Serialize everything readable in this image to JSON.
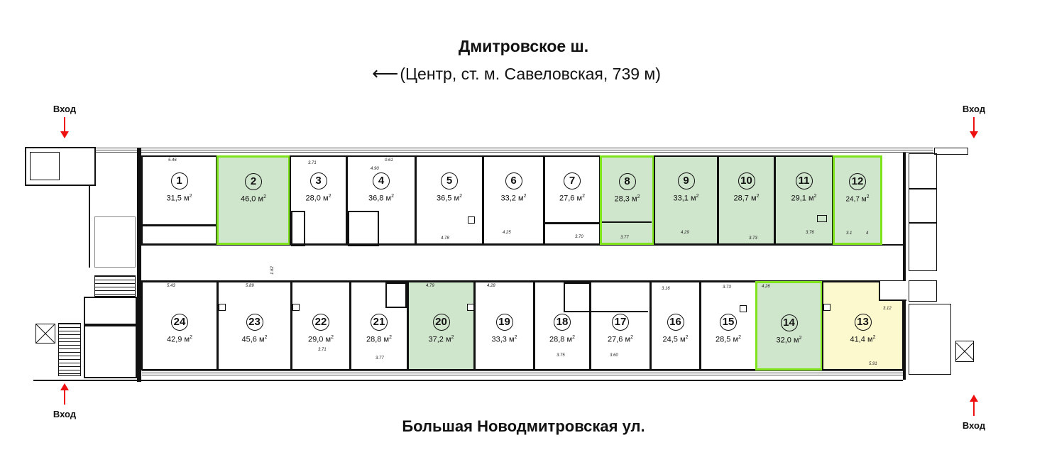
{
  "header": {
    "street_top": "Дмитровское ш.",
    "direction_arrow": "⟵",
    "direction_text": "(Центр, ст. м. Савеловская, 739 м)"
  },
  "footer": {
    "street_bottom": "Большая Новодмитровская ул."
  },
  "entries": [
    {
      "label": "Вход",
      "position": "top-left",
      "arrow": "down"
    },
    {
      "label": "Вход",
      "position": "top-right",
      "arrow": "down"
    },
    {
      "label": "Вход",
      "position": "bottom-left",
      "arrow": "up"
    },
    {
      "label": "Вход",
      "position": "bottom-right",
      "arrow": "up"
    }
  ],
  "legend_colors": {
    "available_fill": "#cfe5cc",
    "highlight_border": "#7ee31a",
    "special_fill": "#fcf9cf",
    "entry_arrow": "#ee1111"
  },
  "area_unit": "м",
  "area_unit_sup": "2",
  "rooms_top": [
    {
      "num": "1",
      "area": "31,5",
      "status": "occupied",
      "highlight": false
    },
    {
      "num": "2",
      "area": "46,0",
      "status": "available",
      "highlight": true
    },
    {
      "num": "3",
      "area": "28,0",
      "status": "occupied",
      "highlight": false
    },
    {
      "num": "4",
      "area": "36,8",
      "status": "occupied",
      "highlight": false
    },
    {
      "num": "5",
      "area": "36,5",
      "status": "occupied",
      "highlight": false
    },
    {
      "num": "6",
      "area": "33,2",
      "status": "occupied",
      "highlight": false
    },
    {
      "num": "7",
      "area": "27,6",
      "status": "occupied",
      "highlight": false
    },
    {
      "num": "8",
      "area": "28,3",
      "status": "available",
      "highlight": true
    },
    {
      "num": "9",
      "area": "33,1",
      "status": "available",
      "highlight": false
    },
    {
      "num": "10",
      "area": "28,7",
      "status": "available",
      "highlight": false
    },
    {
      "num": "11",
      "area": "29,1",
      "status": "available",
      "highlight": false
    },
    {
      "num": "12",
      "area": "24,7",
      "status": "available",
      "highlight": true
    }
  ],
  "rooms_bottom": [
    {
      "num": "24",
      "area": "42,9",
      "status": "occupied",
      "highlight": false
    },
    {
      "num": "23",
      "area": "45,6",
      "status": "occupied",
      "highlight": false
    },
    {
      "num": "22",
      "area": "29,0",
      "status": "occupied",
      "highlight": false
    },
    {
      "num": "21",
      "area": "28,8",
      "status": "occupied",
      "highlight": false
    },
    {
      "num": "20",
      "area": "37,2",
      "status": "available",
      "highlight": false
    },
    {
      "num": "19",
      "area": "33,3",
      "status": "occupied",
      "highlight": false
    },
    {
      "num": "18",
      "area": "28,8",
      "status": "occupied",
      "highlight": false
    },
    {
      "num": "17",
      "area": "27,6",
      "status": "occupied",
      "highlight": false
    },
    {
      "num": "16",
      "area": "24,5",
      "status": "occupied",
      "highlight": false
    },
    {
      "num": "15",
      "area": "28,5",
      "status": "occupied",
      "highlight": false
    },
    {
      "num": "14",
      "area": "32,0",
      "status": "available",
      "highlight": true
    },
    {
      "num": "13",
      "area": "41,4",
      "status": "special",
      "highlight": false
    }
  ],
  "dimensions": {
    "r1_top": "5.46",
    "r3_top": "3.71",
    "r4_top": "4.90",
    "r4_top2": "0.61",
    "r5_bot": "4.78",
    "r6_bot": "4.25",
    "r7_bot": "3.70",
    "r8_bot": "3.77",
    "r9_bot": "4.29",
    "r10_bot": "3.73",
    "r11_bot": "3.76",
    "r12_bot_a": "3.1",
    "r12_bot_b": "4",
    "r24_top": "5.43",
    "r23_top": "5.89",
    "r22_mid": "3.71",
    "r21_mid": "3.77",
    "r20_top": "4.79",
    "r19_top": "4.28",
    "r18_mid": "3.75",
    "r17_mid": "3.60",
    "r16_top": "3.16",
    "r15_top": "3.73",
    "r14_top": "4.26",
    "r13_mid": "3.12",
    "r13_bot": "5.91",
    "corridor": "1.62"
  }
}
